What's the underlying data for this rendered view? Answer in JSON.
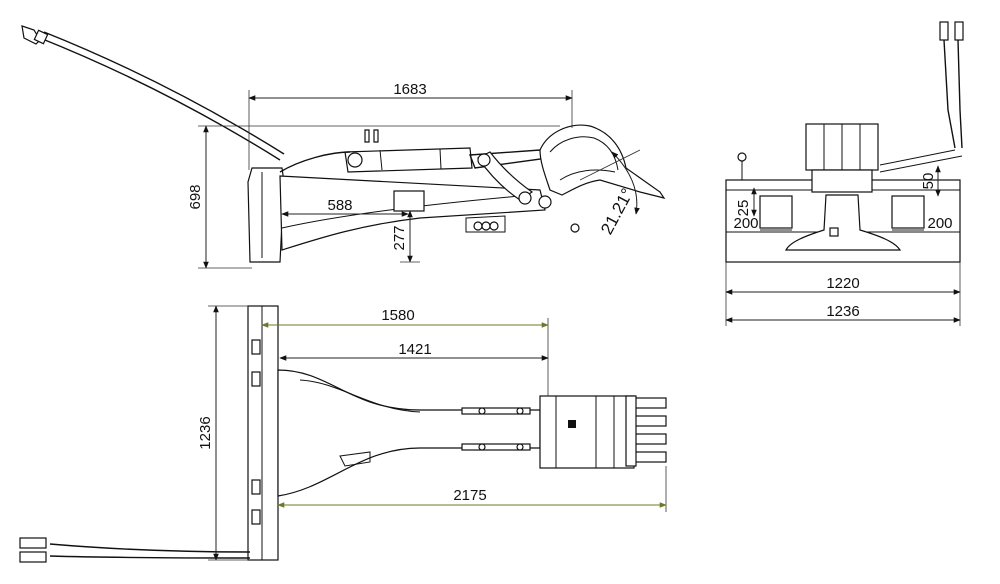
{
  "dimensions": {
    "side_length": "1683",
    "side_height": "698",
    "side_inner": "588",
    "side_drop": "277",
    "side_angle": "21.21°",
    "front_offset": "25",
    "front_box_left": "200",
    "front_box_right": "200",
    "front_bracket": "50",
    "front_inner_width": "1220",
    "front_outer_width": "1236",
    "top_reach": "1580",
    "top_arm": "1421",
    "top_width": "1236",
    "top_total": "2175"
  },
  "colors": {
    "line": "#111111",
    "dim_green": "#6b7a2a",
    "background": "#ffffff"
  }
}
